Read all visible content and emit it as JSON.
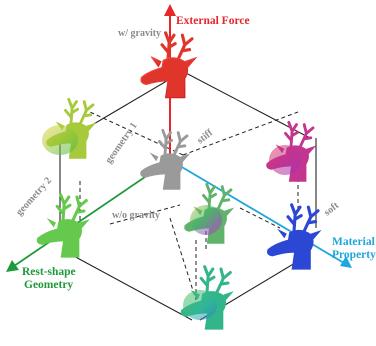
{
  "axes": {
    "external_force": {
      "label": "External Force",
      "color": "#e8262a"
    },
    "material_property": {
      "label_line1": "Material",
      "label_line2": "Property",
      "color": "#1ea7dd"
    },
    "rest_shape_geometry": {
      "label_line1": "Rest-shape",
      "label_line2": "Geometry",
      "color": "#1e9a3c"
    }
  },
  "annotations": {
    "with_gravity": "w/ gravity",
    "without_gravity": "w/o gravity",
    "geometry_1": "geometry 1",
    "geometry_2": "geometry 2",
    "stiff": "stiff",
    "soft": "soft"
  },
  "colors": {
    "center_model": "#9a9a9a",
    "top_model": "#e0352b",
    "cube_edges": "#222222"
  },
  "models": [
    {
      "id": "top",
      "icon": "deer-head-icon",
      "color": "red"
    },
    {
      "id": "left",
      "icon": "deer-head-icon",
      "color": "yellow-green"
    },
    {
      "id": "right",
      "icon": "deer-head-icon",
      "color": "magenta"
    },
    {
      "id": "center",
      "icon": "deer-head-icon",
      "color": "gray"
    },
    {
      "id": "front",
      "icon": "deer-head-icon",
      "color": "rainbow"
    },
    {
      "id": "bottom-left",
      "icon": "deer-head-icon",
      "color": "green"
    },
    {
      "id": "bottom-right",
      "icon": "deer-head-icon",
      "color": "blue"
    },
    {
      "id": "bottom",
      "icon": "deer-head-icon",
      "color": "green-blue"
    }
  ]
}
